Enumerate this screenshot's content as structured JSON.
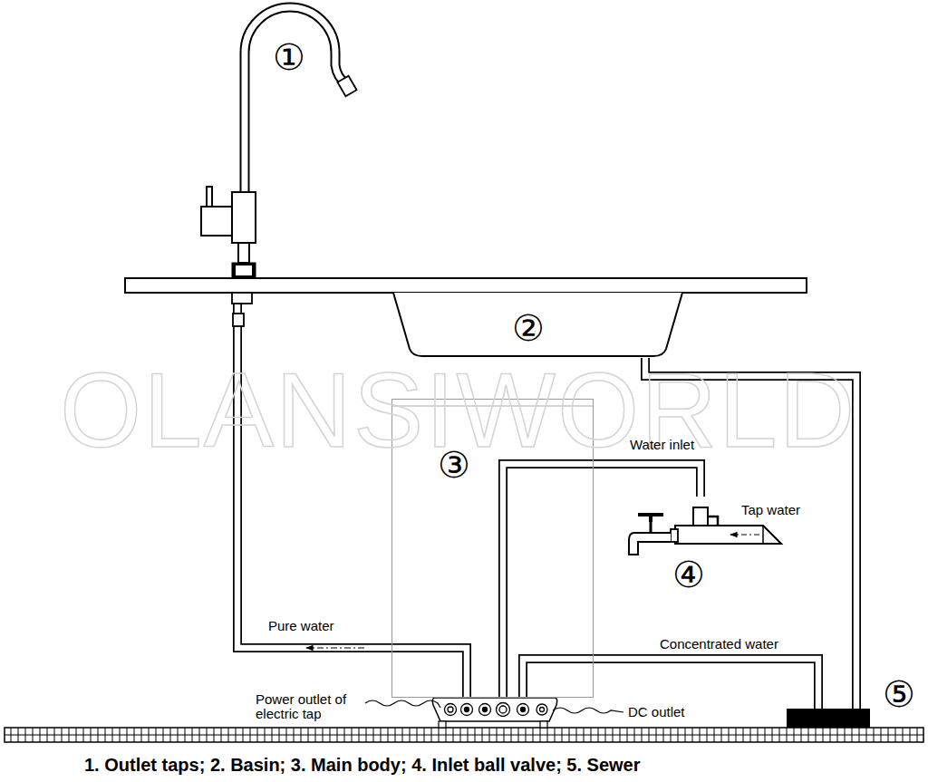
{
  "diagram": {
    "caption": "1. Outlet taps; 2. Basin; 3. Main body; 4. Inlet ball valve; 5. Sewer",
    "nodes": [
      {
        "text": [
          "①"
        ]
      },
      {
        "text": [
          "②"
        ]
      },
      {
        "text": [
          "③"
        ]
      },
      {
        "text": [
          "④"
        ]
      },
      {
        "text": [
          "⑤"
        ]
      }
    ],
    "edges": [
      {
        "from": 2,
        "to": 0,
        "arrow": "to",
        "label": "Pure water"
      },
      {
        "from": 3,
        "to": 2,
        "arrow": "none",
        "label": "Water inlet"
      },
      {
        "from": 2,
        "to": 4,
        "arrow": "none",
        "label": "Concentrated water"
      },
      {
        "from": 1,
        "to": 4,
        "arrow": "none"
      }
    ],
    "labels": [
      "Tap water",
      "Power outlet of electric tap",
      "DC outlet",
      "OLANSIWORLD"
    ]
  }
}
